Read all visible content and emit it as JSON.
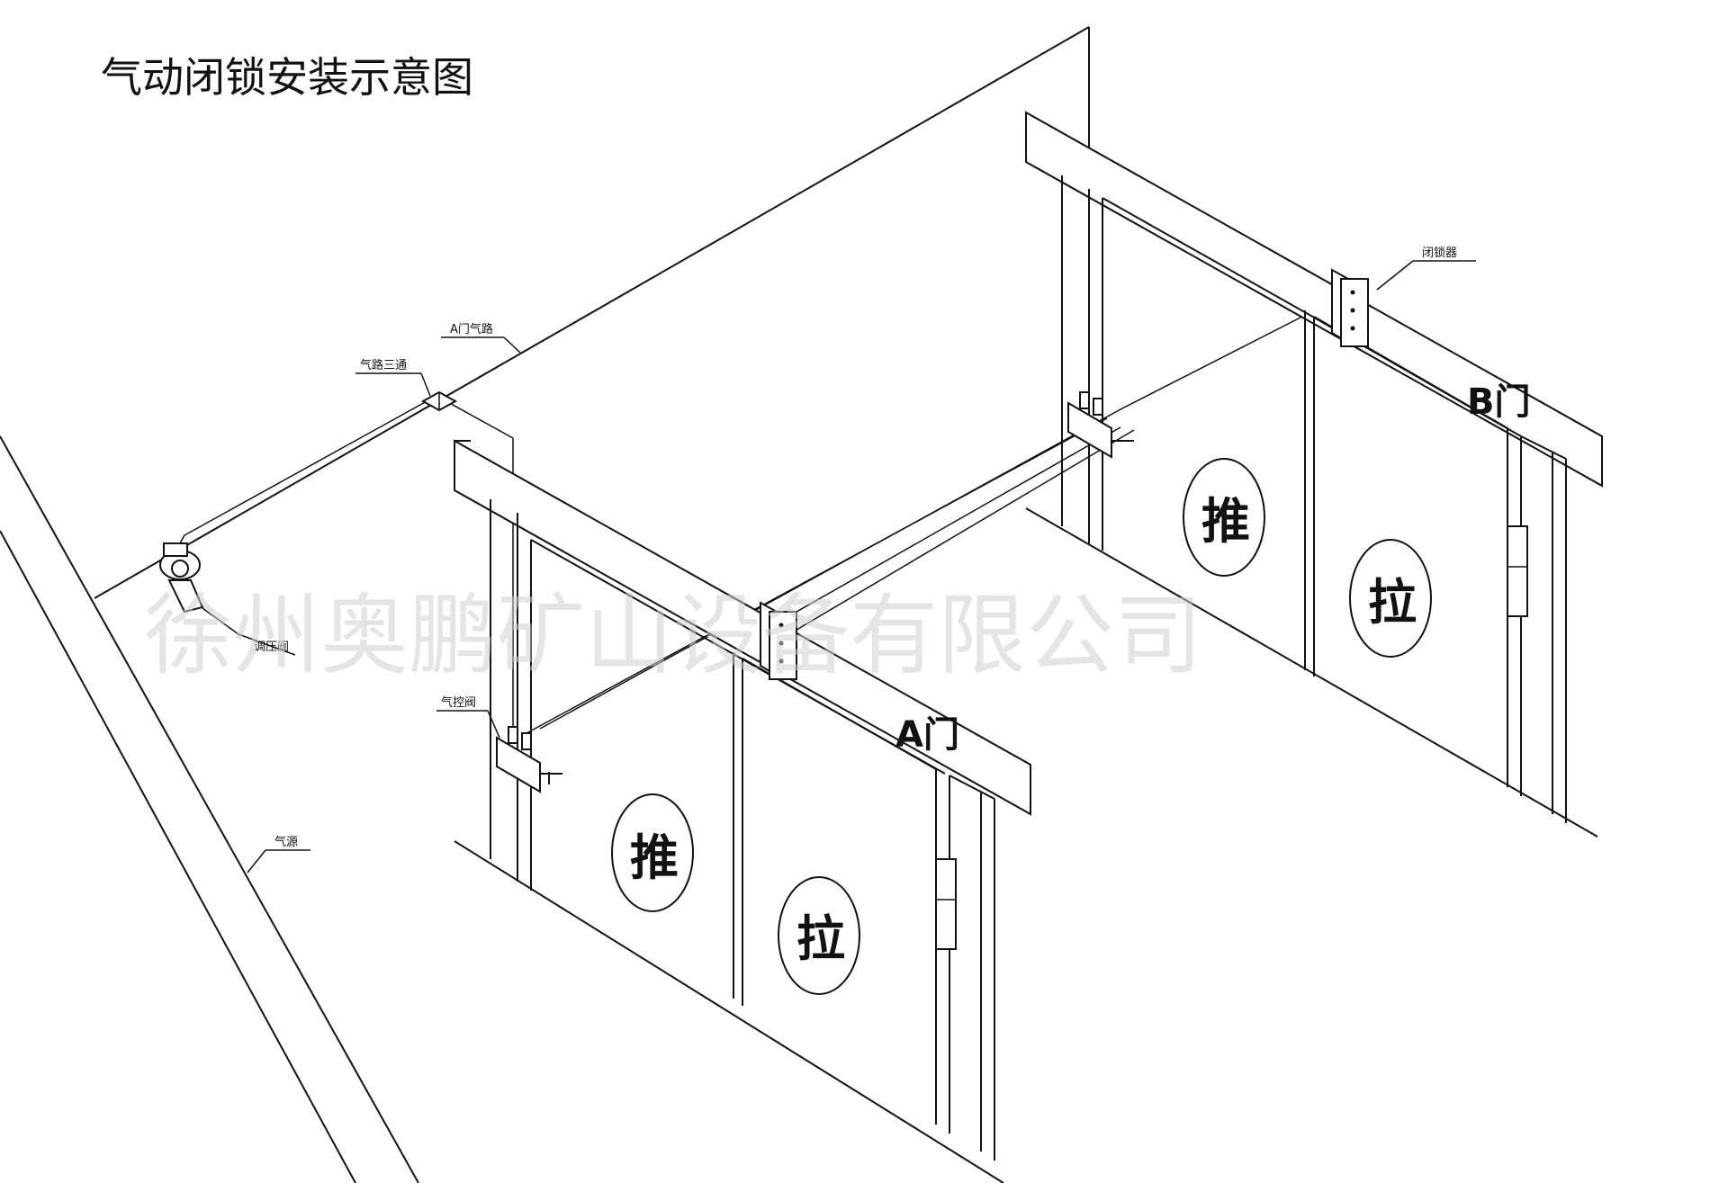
{
  "title": "气动闭锁安装示意图",
  "labels": {
    "a_air_line": "A门气路",
    "tee": "气路三通",
    "regulator": "调压阀",
    "pull_valve": "气控阀",
    "interlock": "闭锁器",
    "air_source": "气源"
  },
  "door_a": {
    "name": "A门",
    "push": "推",
    "pull": "拉"
  },
  "door_b": {
    "name": "B门",
    "push": "推",
    "pull": "拉"
  },
  "watermark": "徐州奥鹏矿山设备有限公司",
  "colors": {
    "line": "#111111",
    "background": "#ffffff",
    "watermark": "#cfcfcf"
  }
}
